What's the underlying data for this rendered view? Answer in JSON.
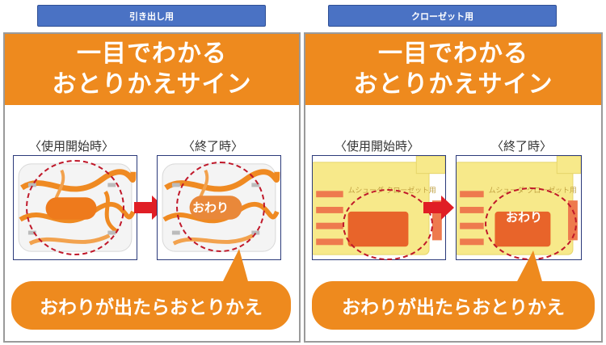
{
  "left": {
    "tag": "引き出し用",
    "headline": [
      "一目でわかる",
      "おとりかえサイン"
    ],
    "before_label": "〈使用開始時〉",
    "after_label": "〈終了時〉",
    "indicator_text": "おわり",
    "callout": "おわりが出たらおとりかえ"
  },
  "right": {
    "tag": "クローゼット用",
    "headline": [
      "一目でわかる",
      "おとりかえサイン"
    ],
    "before_label": "〈使用開始時〉",
    "after_label": "〈終了時〉",
    "product_print": "ムシューダ クローゼット用",
    "indicator_text": "おわり",
    "callout": "おわりが出たらおとりかえ"
  },
  "colors": {
    "tag_blue": "#4a72c4",
    "orange": "#ee8a1e",
    "frame_navy": "#2b3a7a",
    "arrow_red": "#e01e25",
    "dash_red": "#c0182a",
    "yellow": "#f7e98a"
  }
}
